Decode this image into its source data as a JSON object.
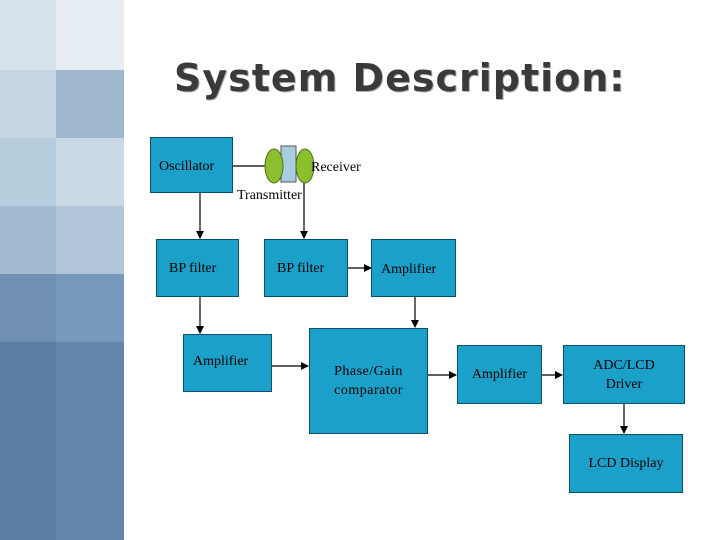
{
  "slide": {
    "title": "System Description:"
  },
  "diagram": {
    "oscillator": "Oscillator",
    "receiver": "Receiver",
    "transmitter": "Transmitter",
    "bp_filter_1": "BP filter",
    "bp_filter_2": "BP filter",
    "amplifier_top": "Amplifier",
    "amplifier_left": "Amplifier",
    "phase_gain": "Phase/Gain comparator",
    "amplifier_mid": "Amplifier",
    "adc_lcd": "ADC/LCD Driver",
    "lcd_display": "LCD Display"
  },
  "colors": {
    "box_fill": "#1aa0c9",
    "box_border": "#0c4f66",
    "transducer_green": "#8cbf2e",
    "transducer_body": "#a9cde0"
  }
}
